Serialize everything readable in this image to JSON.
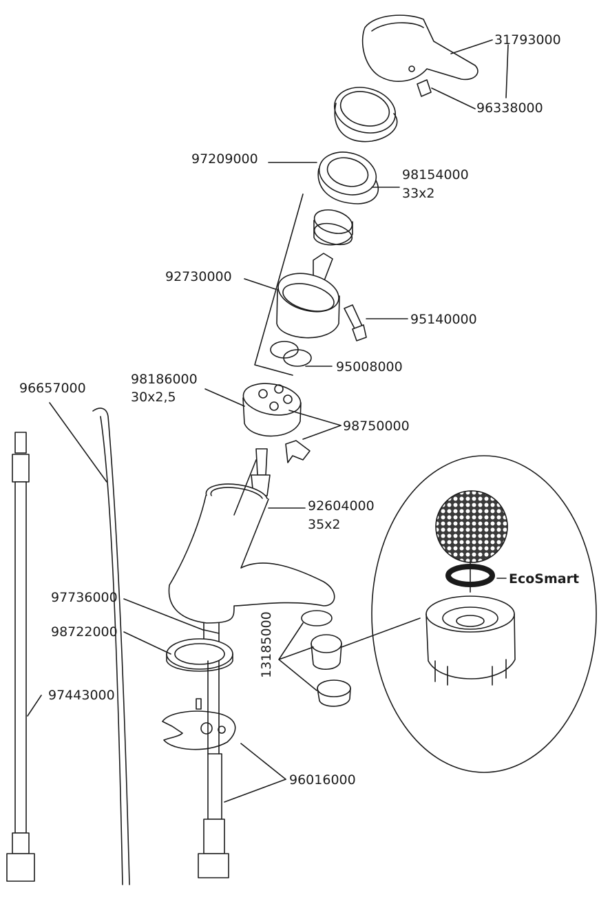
{
  "parts": {
    "handle": "31793000",
    "grub_screw": "96338000",
    "cap_nut": "97209000",
    "o_ring_top": "98154000",
    "o_ring_top_size": "33x2",
    "cartridge": "92730000",
    "screw": "95140000",
    "seals": "95008000",
    "o_ring_base": "98186000",
    "o_ring_base_size": "30x2,5",
    "base_set": "98750000",
    "pop_up_rod": "96657000",
    "body_o_ring": "92604000",
    "body_o_ring_size": "35x2",
    "threaded_rod": "97736000",
    "gasket": "98722000",
    "flex_hose": "97443000",
    "mounting_set": "96016000",
    "aerator": "13185000",
    "ecosmart_label": "EcoSmart"
  }
}
